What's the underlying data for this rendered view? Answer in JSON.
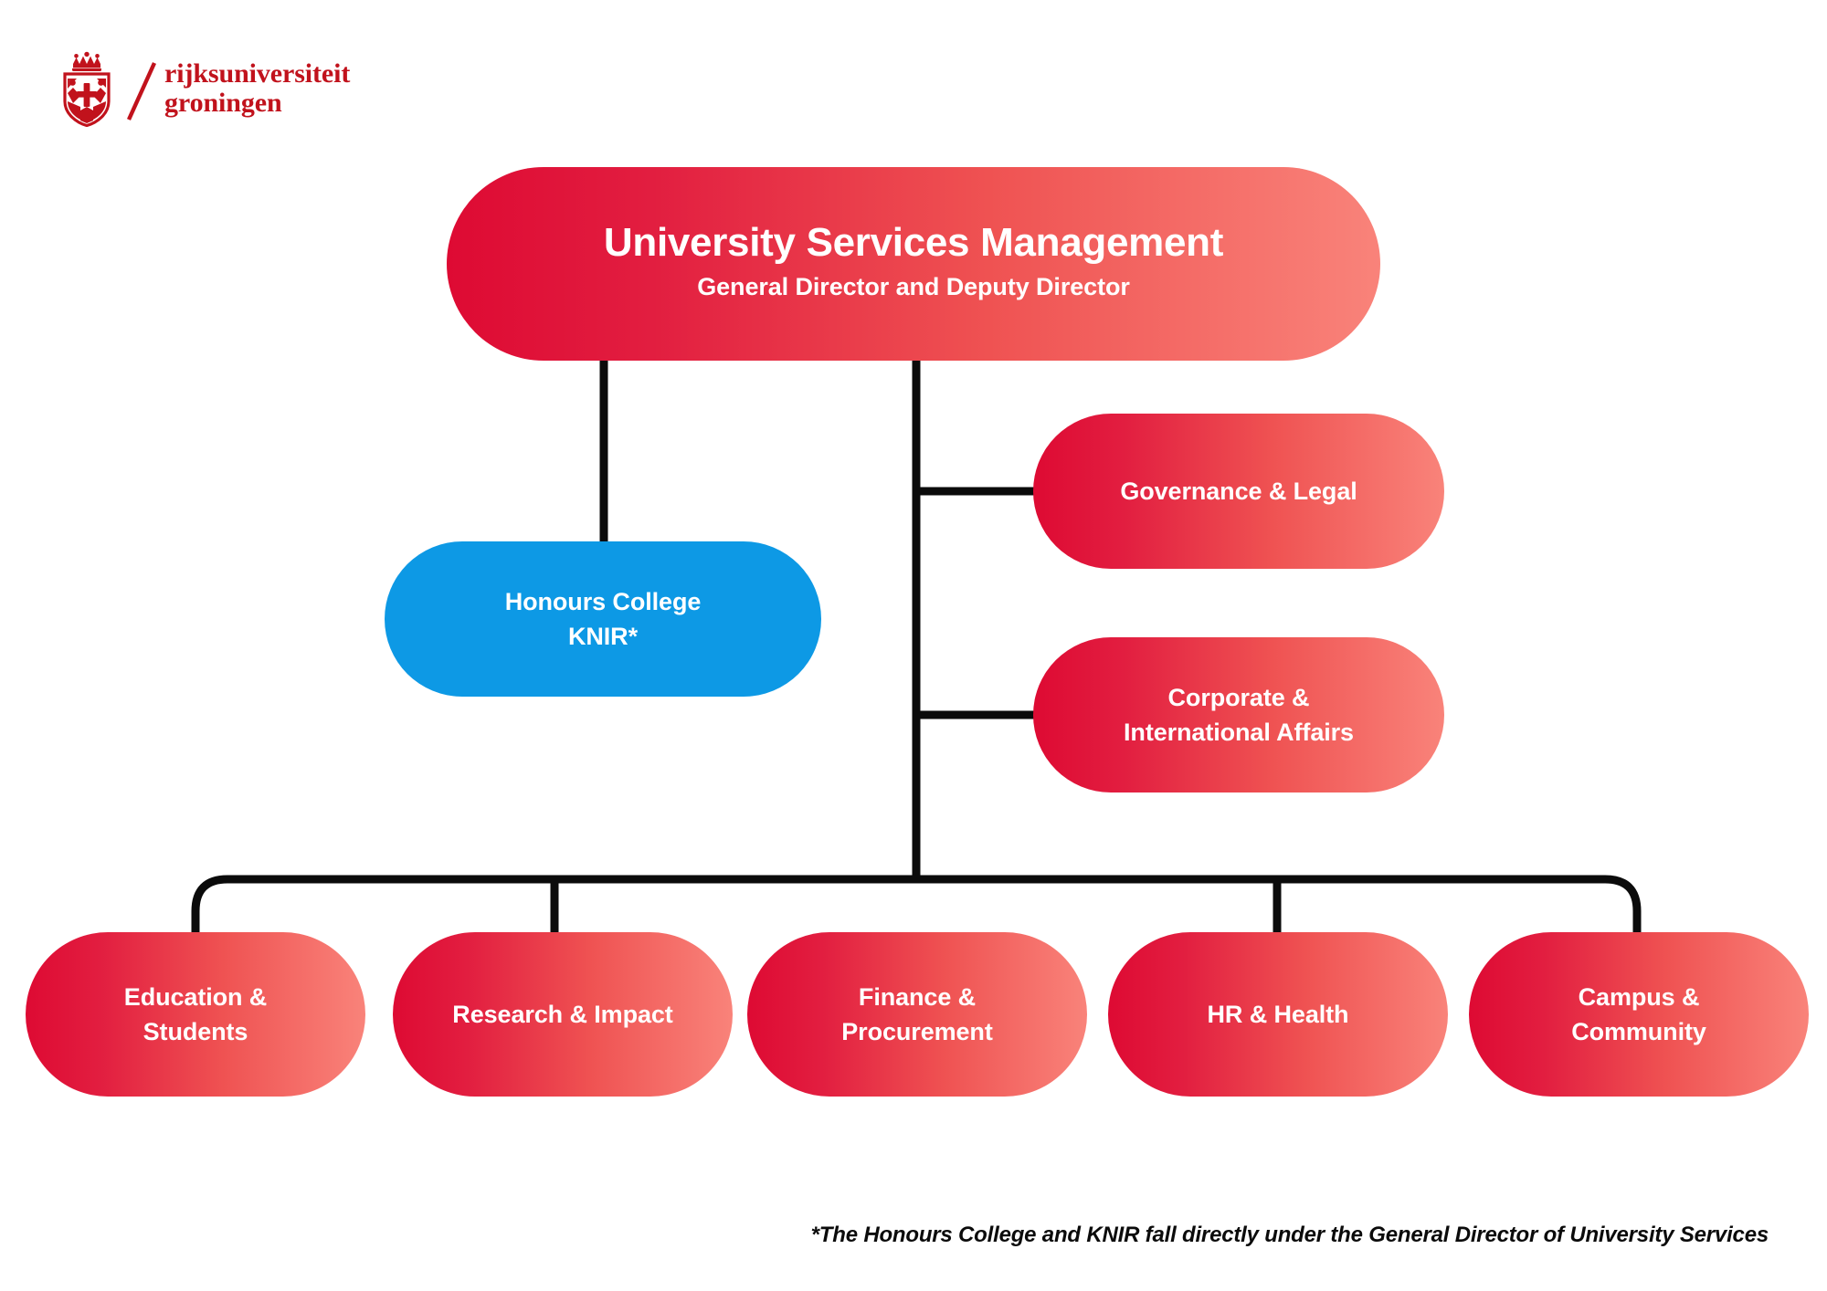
{
  "logo": {
    "crest_icon": "groningen-shield-crest-icon",
    "slash_icon": "slash-divider-icon",
    "line1": "rijksuniversiteit",
    "line2": "groningen",
    "color": "#C1121C"
  },
  "chart_data": {
    "type": "diagram",
    "diagram_kind": "organizational-chart",
    "title": "University Services Management organogram",
    "palette": {
      "gradient_start": "#DE0A33",
      "gradient_end": "#F9837A",
      "accent_blue": "#0D99E5",
      "connector": "#0b0b0b",
      "text_on_node": "#FFFFFF",
      "background": "#FFFFFF"
    },
    "nodes": [
      {
        "id": "root",
        "title": "University Services Management",
        "subtitle": "General Director and Deputy Director",
        "style": "gradient-red",
        "level": 0
      },
      {
        "id": "honours",
        "line1": "Honours College",
        "line2": "KNIR*",
        "style": "solid-blue",
        "level": 1
      },
      {
        "id": "governance",
        "line1": "Governance & Legal",
        "line2": "",
        "style": "gradient-red",
        "level": 1
      },
      {
        "id": "corporate",
        "line1": "Corporate &",
        "line2": "International Affairs",
        "style": "gradient-red",
        "level": 1
      }
    ],
    "leaves": [
      {
        "id": "education",
        "line1": "Education &",
        "line2": "Students"
      },
      {
        "id": "research",
        "line1": "Research & Impact",
        "line2": ""
      },
      {
        "id": "finance",
        "line1": "Finance &",
        "line2": "Procurement"
      },
      {
        "id": "hr",
        "line1": "HR & Health",
        "line2": ""
      },
      {
        "id": "campus",
        "line1": "Campus &",
        "line2": "Community"
      }
    ],
    "edges": [
      {
        "from": "root",
        "to": "honours"
      },
      {
        "from": "root",
        "to": "governance"
      },
      {
        "from": "root",
        "to": "corporate"
      },
      {
        "from": "root",
        "to": "education"
      },
      {
        "from": "root",
        "to": "research"
      },
      {
        "from": "root",
        "to": "finance"
      },
      {
        "from": "root",
        "to": "hr"
      },
      {
        "from": "root",
        "to": "campus"
      }
    ]
  },
  "footnote": {
    "text": "*The Honours College and KNIR fall directly under the General Director of University Services"
  }
}
